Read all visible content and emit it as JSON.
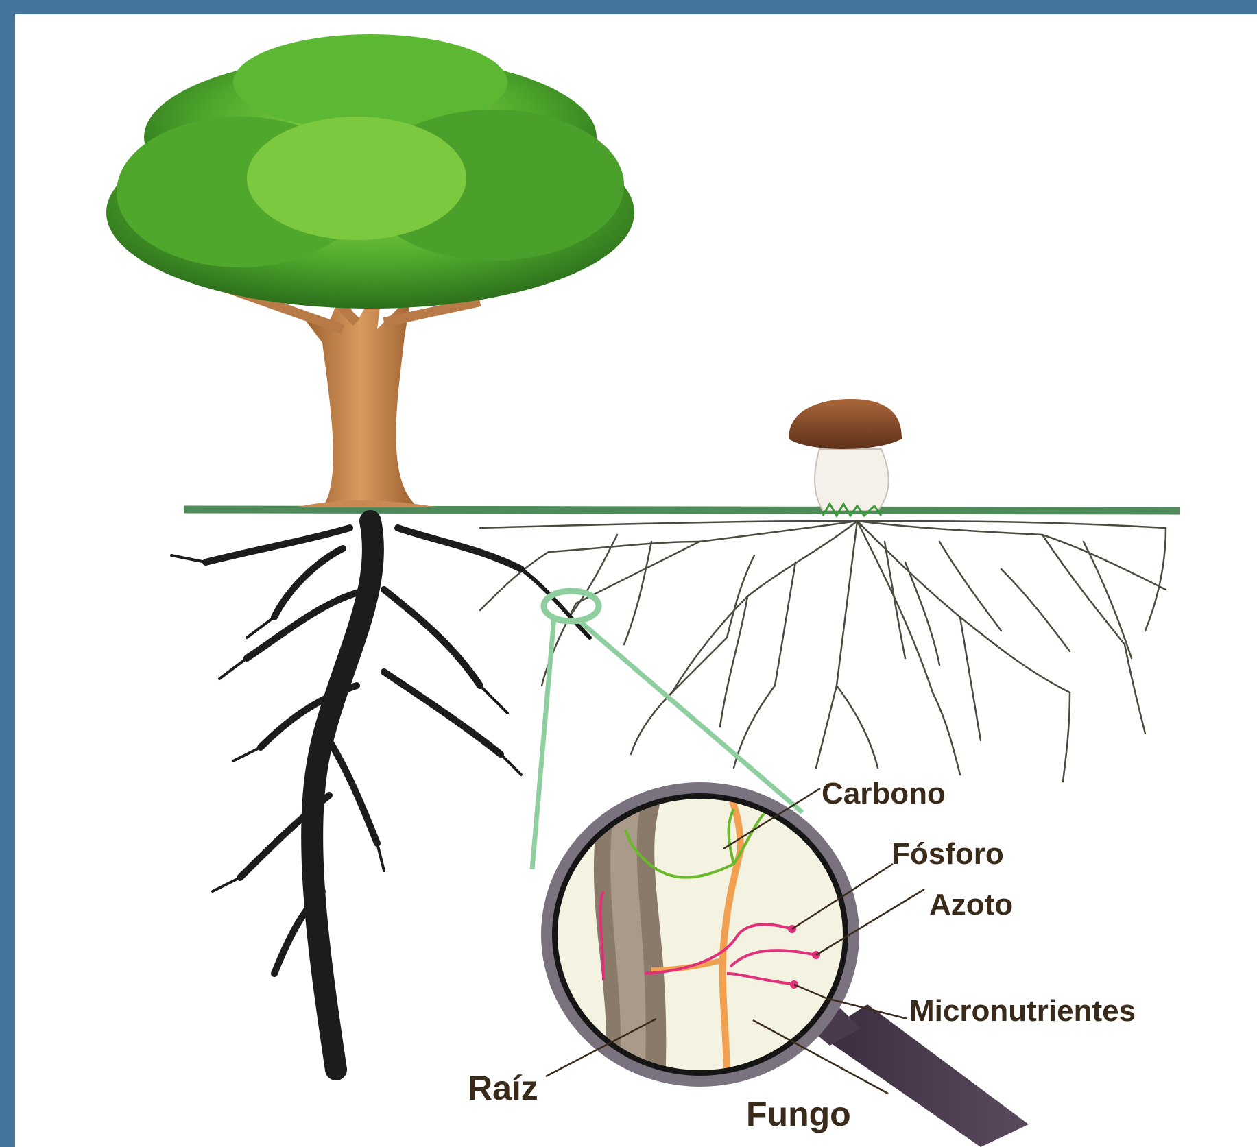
{
  "labels": {
    "carbono": "Carbono",
    "fosforo": "Fósforo",
    "azoto": "Azoto",
    "micronutrientes": "Micronutrientes",
    "raiz": "Raíz",
    "fungo": "Fungo"
  },
  "colors": {
    "border": "#44749a",
    "ground_line": "#4f8a5a",
    "zoom_lens": "#8fcf9f",
    "foliage": "#4fa82c",
    "trunk": "#c88a52",
    "root": "#1c1c1c",
    "mycelium": "#4a4a3e",
    "carbon_arrow": "#6ab82c",
    "nutrient_arrow": "#e0307a",
    "fungus_hypha": "#f0a050"
  },
  "icons": {
    "tree": "tree-icon",
    "mushroom": "mushroom-icon",
    "magnifier": "magnifying-glass-icon"
  }
}
